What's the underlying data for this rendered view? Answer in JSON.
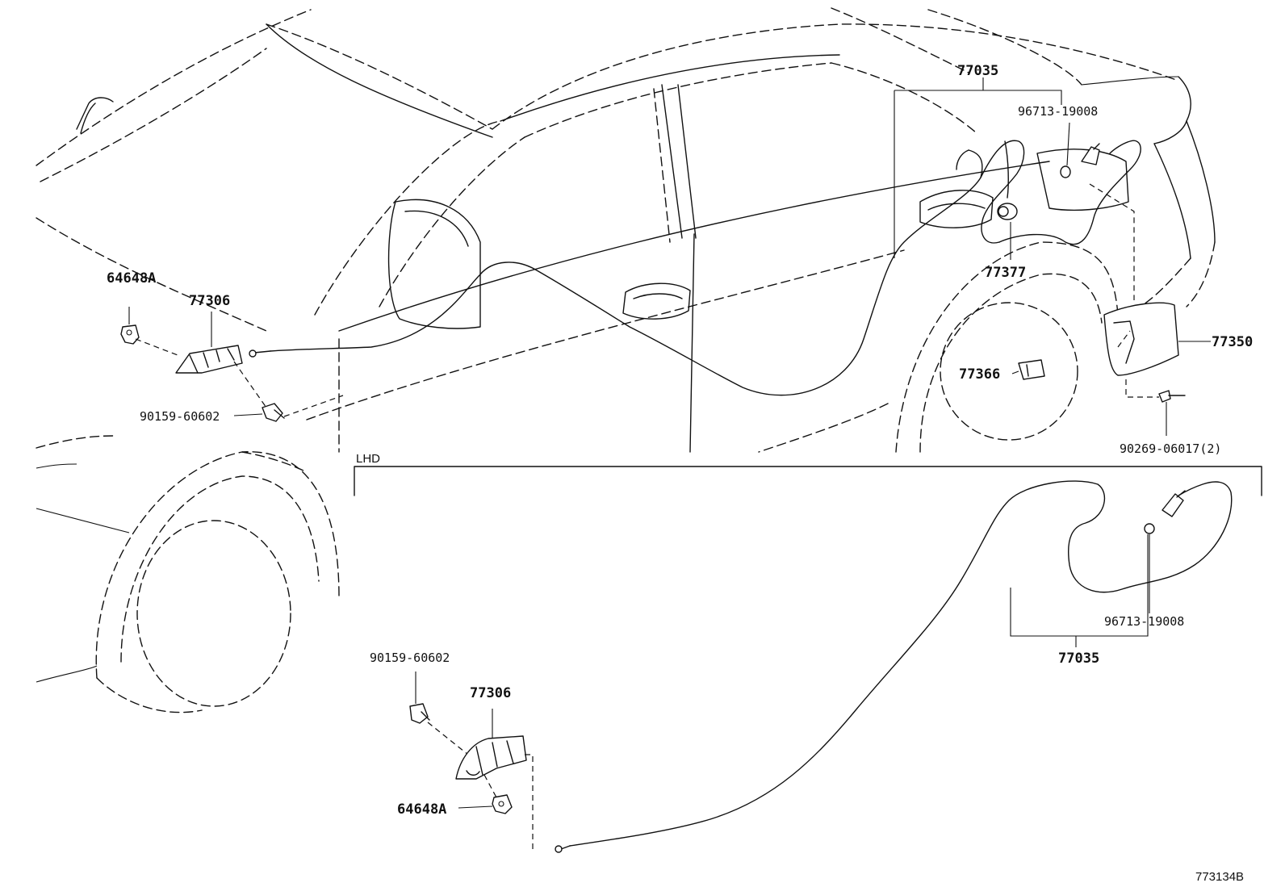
{
  "callouts": {
    "c77035_top": "77035",
    "c96713_top": "96713-19008",
    "c77377": "77377",
    "c77350": "77350",
    "c77366": "77366",
    "c90269": "90269-06017(2)",
    "c64648_top": "64648A",
    "c77306_top": "77306",
    "c90159_top": "90159-60602",
    "c96713_lhd": "96713-19008",
    "c77035_lhd": "77035",
    "c90159_lhd": "90159-60602",
    "c77306_lhd": "77306",
    "c64648_lhd": "64648A"
  },
  "inset": {
    "label": "LHD"
  },
  "figure_id": "773134B"
}
